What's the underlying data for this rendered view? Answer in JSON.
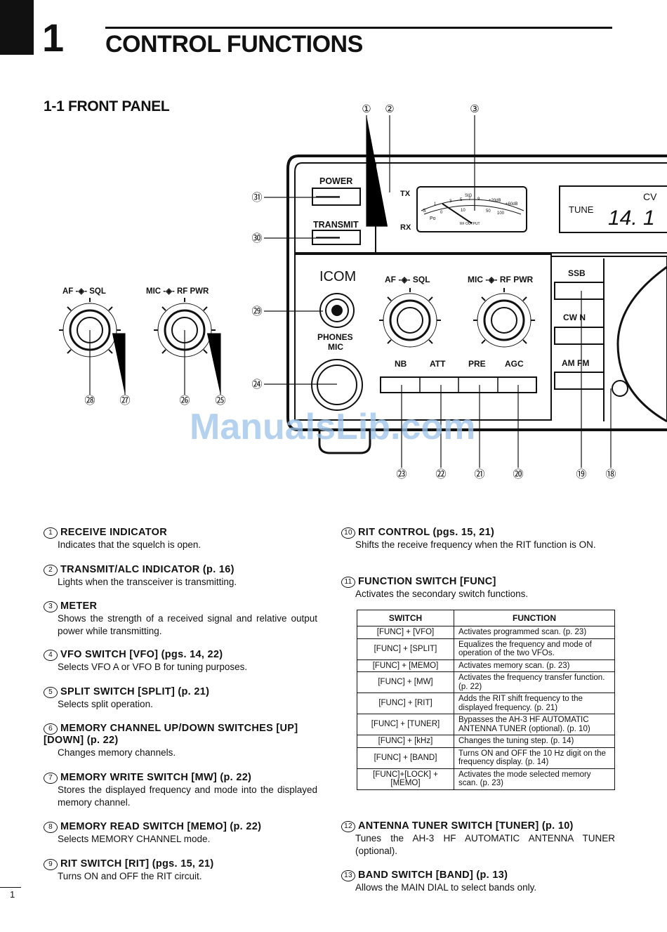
{
  "header": {
    "chapter_number": "1",
    "chapter_title": "CONTROL FUNCTIONS"
  },
  "section_title": "1-1 FRONT PANEL",
  "watermark": "ManualsLib.com",
  "page_number": "1",
  "panel": {
    "labels": {
      "power": "POWER",
      "transmit": "TRANSMIT",
      "tx": "TX",
      "rx": "RX",
      "tune": "TUNE",
      "display_digits": "14. 1",
      "display_cw": "CV",
      "icom": "ICOM",
      "phones": "PHONES",
      "mic": "MIC",
      "af_sql": "AF -◈- SQL",
      "mic_rf_pwr": "MIC -◈- RF PWR",
      "nb": "NB",
      "att": "ATT",
      "pre": "PRE",
      "agc": "AGC",
      "ssb": "SSB",
      "cw_n": "CW N",
      "am_fm": "AM FM",
      "meter_sig": "SIG",
      "meter_po": "Po",
      "meter_rf_output": "RF OUTPUT",
      "meter_scale_s": [
        "S",
        "1",
        "3",
        "5",
        "7",
        "9",
        "+20dB",
        "+60dB"
      ],
      "meter_scale_po": [
        "0",
        "10",
        "50",
        "100"
      ],
      "knob_af_sql": "AF -◈- SQL",
      "knob_mic_rf": "MIC -◈- RF PWR"
    },
    "callouts": [
      "①",
      "②",
      "③",
      "㉛",
      "㉚",
      "㉙",
      "㉔",
      "㉘",
      "㉗",
      "㉖",
      "㉕",
      "㉓",
      "㉒",
      "㉑",
      "⑳",
      "⑲",
      "⑱"
    ]
  },
  "left_items": [
    {
      "num": "1",
      "title": "RECEIVE INDICATOR",
      "body": "Indicates that the squelch is open."
    },
    {
      "num": "2",
      "title": "TRANSMIT/ALC INDICATOR (p. 16)",
      "body": "Lights when the transceiver is transmitting."
    },
    {
      "num": "3",
      "title": "METER",
      "body": "Shows the strength of a received signal and relative output power while transmitting."
    },
    {
      "num": "4",
      "title": "VFO SWITCH [VFO] (pgs. 14, 22)",
      "body": "Selects VFO A or VFO B for tuning purposes."
    },
    {
      "num": "5",
      "title": "SPLIT SWITCH [SPLIT] (p. 21)",
      "body": "Selects split operation."
    },
    {
      "num": "6",
      "title": "MEMORY CHANNEL UP/DOWN SWITCHES [UP] [DOWN] (p. 22)",
      "body": "Changes memory channels."
    },
    {
      "num": "7",
      "title": "MEMORY WRITE SWITCH [MW] (p. 22)",
      "body": "Stores the displayed frequency and mode into the displayed memory channel."
    },
    {
      "num": "8",
      "title": "MEMORY READ SWITCH [MEMO] (p. 22)",
      "body": "Selects MEMORY CHANNEL mode."
    },
    {
      "num": "9",
      "title": "RIT SWITCH [RIT] (pgs. 15, 21)",
      "body": "Turns ON and OFF the RIT circuit."
    }
  ],
  "right_items": [
    {
      "num": "10",
      "title": "RIT CONTROL (pgs. 15, 21)",
      "body": "Shifts the receive frequency when the RIT function is ON."
    },
    {
      "num": "11",
      "title": "FUNCTION SWITCH [FUNC]",
      "body": "Activates the secondary switch functions."
    },
    {
      "num": "12",
      "title": "ANTENNA TUNER SWITCH [TUNER] (p. 10)",
      "body": "Tunes the AH-3 HF AUTOMATIC ANTENNA TUNER (optional)."
    },
    {
      "num": "13",
      "title": "BAND SWITCH [BAND] (p. 13)",
      "body": "Allows the MAIN DIAL to select bands only."
    }
  ],
  "func_table": {
    "headers": [
      "SWITCH",
      "FUNCTION"
    ],
    "rows": [
      [
        "[FUNC] + [VFO]",
        "Activates programmed scan. (p. 23)"
      ],
      [
        "[FUNC] + [SPLIT]",
        "Equalizes the frequency and mode of operation of the two VFOs."
      ],
      [
        "[FUNC] + [MEMO]",
        "Activates memory scan. (p. 23)"
      ],
      [
        "[FUNC] + [MW]",
        "Activates the frequency transfer function. (p. 22)"
      ],
      [
        "[FUNC] + [RIT]",
        "Adds the RIT shift frequency to the displayed frequency. (p. 21)"
      ],
      [
        "[FUNC] + [TUNER]",
        "Bypasses the AH-3 HF AUTOMATIC ANTENNA TUNER (optional). (p. 10)"
      ],
      [
        "[FUNC] + [kHz]",
        "Changes the tuning step. (p. 14)"
      ],
      [
        "[FUNC] + [BAND]",
        "Turns ON and OFF the 10 Hz digit on the frequency display. (p. 14)"
      ],
      [
        "[FUNC]+[LOCK] +[MEMO]",
        "Activates the mode selected memory scan. (p. 23)"
      ]
    ]
  }
}
